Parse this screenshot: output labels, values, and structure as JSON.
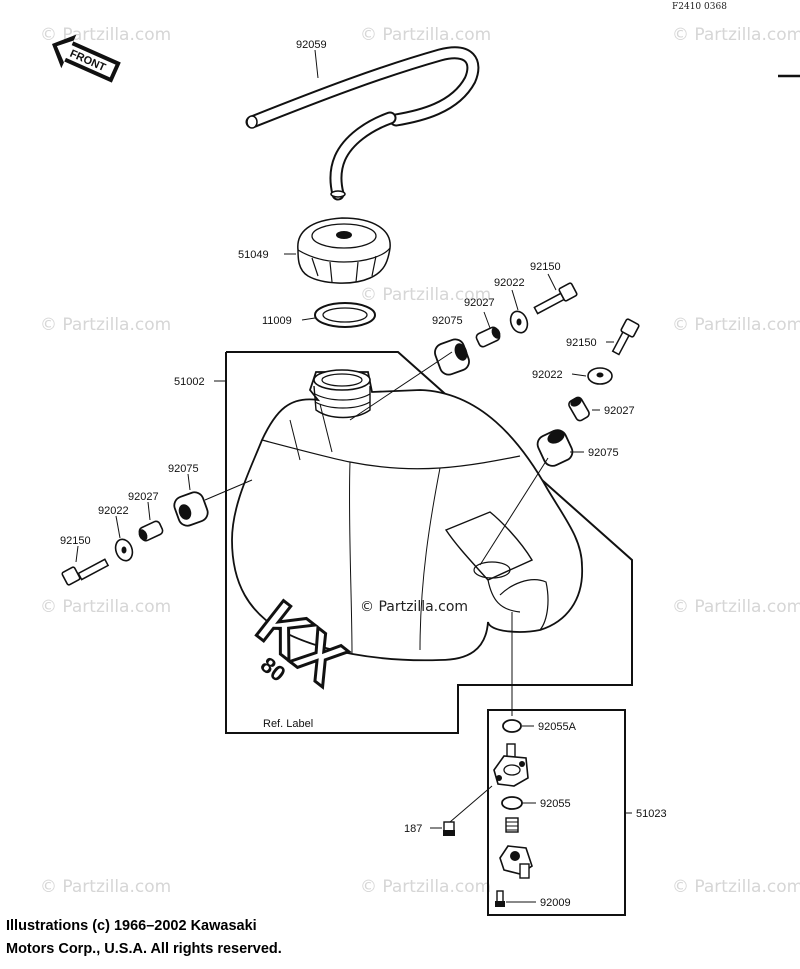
{
  "diagram_code": "F2410 0368",
  "front_label": "FRONT",
  "watermark": "© Partzilla.com",
  "center_watermark": "© Partzilla.com",
  "ref_label": "Ref. Label",
  "decal_text": "KX",
  "decal_number": "80",
  "parts": {
    "p92059": "92059",
    "p51049": "51049",
    "p11009": "11009",
    "p51002": "51002",
    "p92075_top": "92075",
    "p92027_top": "92027",
    "p92022_top": "92022",
    "p92150_top": "92150",
    "p92150_right": "92150",
    "p92022_right": "92022",
    "p92027_right": "92027",
    "p92075_right": "92075",
    "p92075_left": "92075",
    "p92027_left": "92027",
    "p92022_left": "92022",
    "p92150_left": "92150",
    "p92055A": "92055A",
    "p92055": "92055",
    "p187": "187",
    "p51023": "51023",
    "p92009": "92009"
  },
  "copyright_line1": "Illustrations (c) 1966–2002 Kawasaki",
  "copyright_line2": "Motors Corp., U.S.A.  All rights reserved."
}
